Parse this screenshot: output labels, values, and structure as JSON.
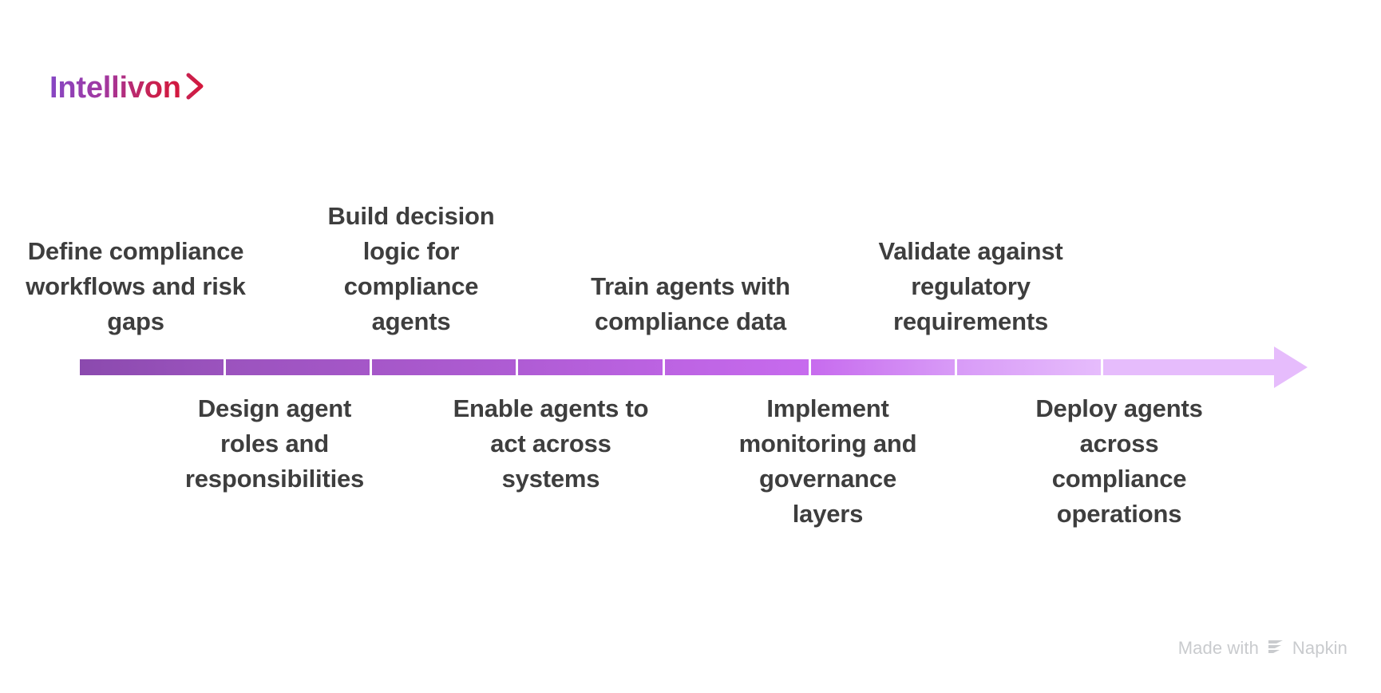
{
  "brand": {
    "name": "Intellivon",
    "chevron_icon": "chevron-right-icon",
    "gradient_start": "#8548C6",
    "gradient_end": "#D4173C"
  },
  "timeline": {
    "orientation": "horizontal",
    "direction": "left-to-right",
    "arrow_icon": "arrow-right-icon",
    "bar_gradient_start": "#8B4AAE",
    "bar_gradient_end": "#EDC9FF",
    "segment_colors": [
      "#8B4AAE",
      "#9B53BE",
      "#A557C8",
      "#AF5CD4",
      "#BC63E2",
      "#C76BEE",
      "#D89BF7",
      "#E6BCFC"
    ],
    "steps": [
      {
        "index": 1,
        "position": "above",
        "label": "Define compliance workflows and risk gaps"
      },
      {
        "index": 2,
        "position": "below",
        "label": "Design agent roles and responsibilities"
      },
      {
        "index": 3,
        "position": "above",
        "label": "Build decision logic for compliance agents"
      },
      {
        "index": 4,
        "position": "below",
        "label": "Enable agents to act across systems"
      },
      {
        "index": 5,
        "position": "above",
        "label": "Train agents with compliance data"
      },
      {
        "index": 6,
        "position": "below",
        "label": "Implement monitoring and governance layers"
      },
      {
        "index": 7,
        "position": "above",
        "label": "Validate against regulatory requirements"
      },
      {
        "index": 8,
        "position": "below",
        "label": "Deploy agents across compliance operations"
      }
    ]
  },
  "watermark": {
    "text_before": "Made with",
    "brand": "Napkin",
    "logo_icon": "napkin-logo-icon",
    "color": "#C9CBCE"
  }
}
